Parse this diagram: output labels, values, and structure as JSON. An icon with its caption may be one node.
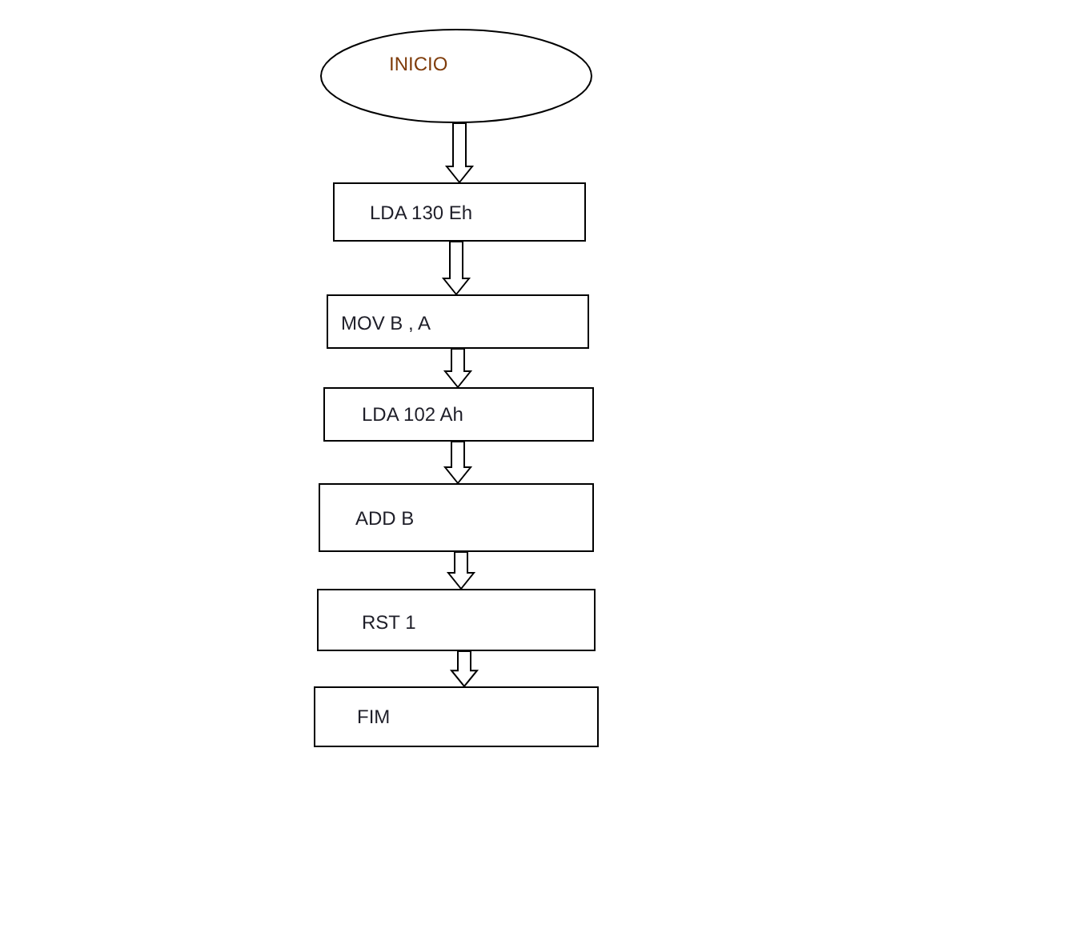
{
  "diagram": {
    "nodes": [
      {
        "text": [
          "INICIO"
        ]
      },
      {
        "text": [
          "LDA 130 Eh"
        ]
      },
      {
        "text": [
          "MOV B , A"
        ]
      },
      {
        "text": [
          "LDA 102 Ah"
        ]
      },
      {
        "text": [
          "ADD B"
        ]
      },
      {
        "text": [
          "RST 1"
        ]
      },
      {
        "text": [
          "FIM"
        ]
      }
    ],
    "edges": [
      {
        "from": 0,
        "to": 1,
        "arrow": "to"
      },
      {
        "from": 1,
        "to": 2,
        "arrow": "to"
      },
      {
        "from": 2,
        "to": 3,
        "arrow": "to"
      },
      {
        "from": 3,
        "to": 4,
        "arrow": "to"
      },
      {
        "from": 4,
        "to": 5,
        "arrow": "to"
      },
      {
        "from": 5,
        "to": 6,
        "arrow": "to"
      }
    ]
  }
}
